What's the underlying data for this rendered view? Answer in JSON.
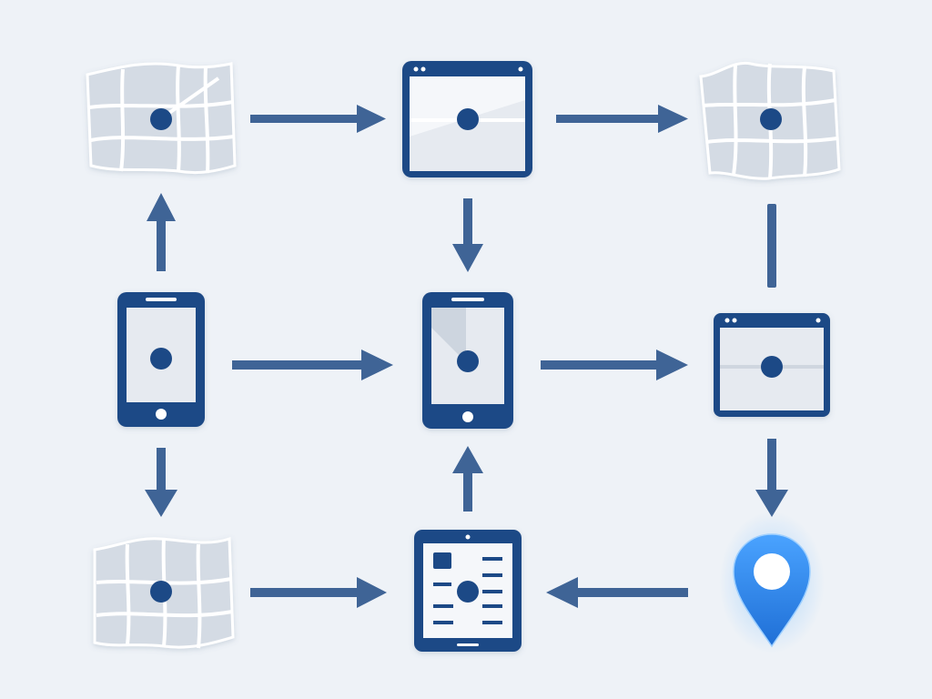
{
  "colors": {
    "background": "#eef2f7",
    "navy": "#1f4a86",
    "arrow": "#3f6496",
    "map_tile": "#d4dbe4",
    "map_line": "#ffffff",
    "screen": "#e6eaf0",
    "pin": "#2f86e6",
    "pin_glow": "#7cc0ff"
  },
  "nodes": [
    {
      "id": "map-top-left",
      "kind": "map",
      "icon": "folded-map-icon"
    },
    {
      "id": "browser-top-center",
      "kind": "browser",
      "icon": "browser-window-icon"
    },
    {
      "id": "map-top-right",
      "kind": "map",
      "icon": "folded-map-icon"
    },
    {
      "id": "phone-middle-left",
      "kind": "phone",
      "icon": "smartphone-icon"
    },
    {
      "id": "phone-center",
      "kind": "phone",
      "icon": "smartphone-icon"
    },
    {
      "id": "browser-middle-right",
      "kind": "browser",
      "icon": "browser-window-icon"
    },
    {
      "id": "map-bottom-left",
      "kind": "map",
      "icon": "folded-map-icon"
    },
    {
      "id": "tablet-bottom-center",
      "kind": "tablet",
      "icon": "tablet-icon"
    },
    {
      "id": "pin-bottom-right",
      "kind": "pin",
      "icon": "location-pin-icon"
    }
  ],
  "edges": [
    {
      "from": "map-top-left",
      "to": "browser-top-center",
      "arrowhead": true
    },
    {
      "from": "browser-top-center",
      "to": "map-top-right",
      "arrowhead": true
    },
    {
      "from": "phone-middle-left",
      "to": "map-top-left",
      "arrowhead": true
    },
    {
      "from": "browser-top-center",
      "to": "phone-center",
      "arrowhead": true
    },
    {
      "from": "map-top-right",
      "to": "browser-middle-right",
      "arrowhead": false
    },
    {
      "from": "phone-middle-left",
      "to": "phone-center",
      "arrowhead": true
    },
    {
      "from": "phone-center",
      "to": "browser-middle-right",
      "arrowhead": true
    },
    {
      "from": "phone-middle-left",
      "to": "map-bottom-left",
      "arrowhead": true
    },
    {
      "from": "tablet-bottom-center",
      "to": "phone-center",
      "arrowhead": true
    },
    {
      "from": "browser-middle-right",
      "to": "pin-bottom-right",
      "arrowhead": true
    },
    {
      "from": "map-bottom-left",
      "to": "tablet-bottom-center",
      "arrowhead": true
    },
    {
      "from": "pin-bottom-right",
      "to": "tablet-bottom-center",
      "arrowhead": true
    }
  ]
}
